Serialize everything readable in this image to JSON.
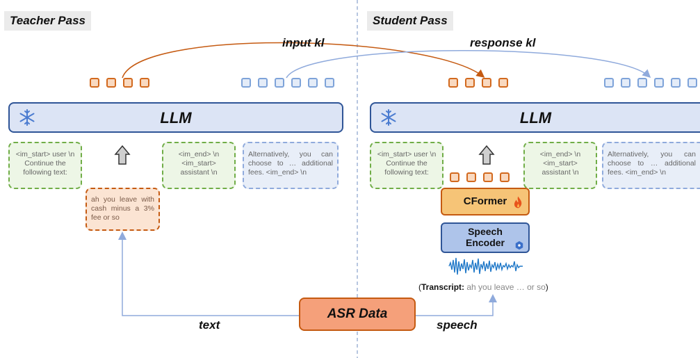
{
  "teacher": {
    "title": "Teacher Pass",
    "llm_label": "LLM",
    "prompt_box": "<im_start> user \\n Continue the following text:",
    "assistant_box": "<im_end> \\n <im_start> assistant \\n",
    "response_box": "Alternatively, you can choose to … additional fees. <im_end> \\n",
    "text_box": "ah you leave with cash minus a 3% fee or so"
  },
  "student": {
    "title": "Student Pass",
    "llm_label": "LLM",
    "prompt_box": "<im_start> user \\n Continue the following text:",
    "assistant_box": "<im_end> \\n <im_start> assistant \\n",
    "response_box": "Alternatively, you can choose to … additional fees. <im_end> \\n",
    "cformer_label": "CFormer",
    "encoder_label_1": "Speech",
    "encoder_label_2": "Encoder",
    "transcript_label": "Transcript:",
    "transcript_text": "ah you leave … or so"
  },
  "arrows": {
    "input_kl": "input kl",
    "response_kl": "response kl",
    "text": "text",
    "speech": "speech"
  },
  "asr_label": "ASR Data",
  "icons": {
    "frozen": "snowflake-icon",
    "trainable": "flame-icon",
    "encoder_badge": "hexagon-icon",
    "waveform": "waveform-icon",
    "up": "up-arrow-icon"
  },
  "colors": {
    "orange_token": "#d2691e",
    "blue_token": "#7ea3d9",
    "llm_border": "#2f5597",
    "green_dashed": "#70ad47",
    "asr_fill": "#f5a07a"
  }
}
